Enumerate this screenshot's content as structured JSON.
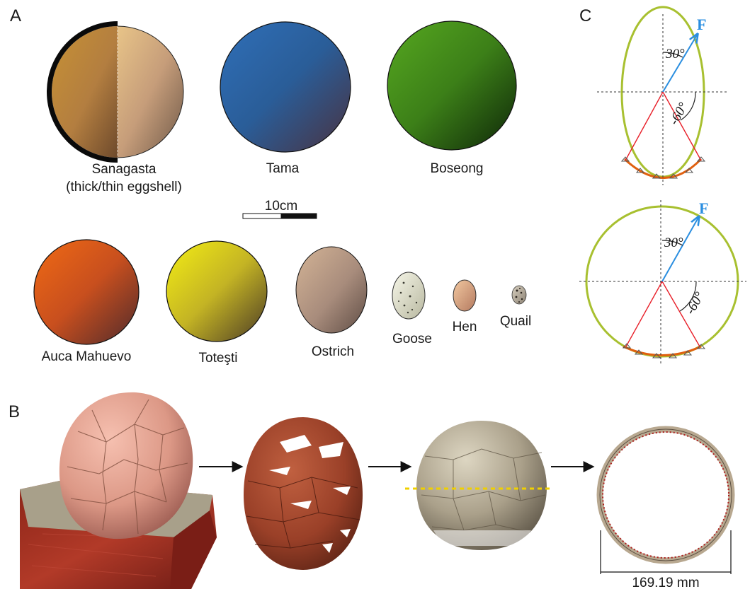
{
  "panels": {
    "a": "A",
    "b": "B",
    "c": "C"
  },
  "eggs_top": [
    {
      "label": "Sanagasta",
      "sublabel": "(thick/thin eggshell)"
    },
    {
      "label": "Tama"
    },
    {
      "label": "Boseong"
    }
  ],
  "eggs_bottom": [
    {
      "label": "Auca Mahuevo"
    },
    {
      "label": "Toteşti"
    },
    {
      "label": "Ostrich"
    },
    {
      "label": "Goose"
    },
    {
      "label": "Hen"
    },
    {
      "label": "Quail"
    }
  ],
  "scale_bar": {
    "label": "10cm"
  },
  "mechanics": [
    {
      "force_label": "F",
      "force_angle": "30°",
      "support_angle": "-60°"
    },
    {
      "force_label": "F",
      "force_angle": "30°",
      "support_angle": "-60°"
    }
  ],
  "measurement": {
    "label": "169.19 mm"
  },
  "colors": {
    "outline_green": "#a8c030",
    "support_orange": "#e06010",
    "support_lines": "#e8202a",
    "force_arrow": "#2a8ee0",
    "section_dashes": "#f0d000"
  }
}
